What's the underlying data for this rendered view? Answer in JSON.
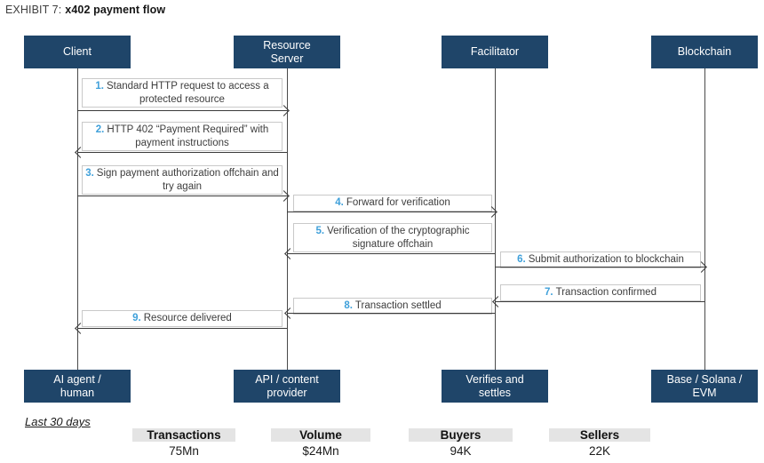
{
  "title": {
    "prefix": "EXHIBIT 7:",
    "name": "x402 payment flow"
  },
  "actors": {
    "top": [
      {
        "label": "Client"
      },
      {
        "label": "Resource\nServer"
      },
      {
        "label": "Facilitator"
      },
      {
        "label": "Blockchain"
      }
    ],
    "bottom": [
      {
        "label": "AI agent /\nhuman"
      },
      {
        "label": "API / content\nprovider"
      },
      {
        "label": "Verifies and\nsettles"
      },
      {
        "label": "Base / Solana /\nEVM"
      }
    ]
  },
  "messages": [
    {
      "num": "1.",
      "text": "Standard HTTP request to access a protected resource",
      "from": "Client",
      "to": "Resource Server"
    },
    {
      "num": "2.",
      "text": "HTTP 402 “Payment Required” with payment instructions",
      "from": "Resource Server",
      "to": "Client"
    },
    {
      "num": "3.",
      "text": "Sign payment authorization offchain and try again",
      "from": "Client",
      "to": "Resource Server"
    },
    {
      "num": "4.",
      "text": "Forward for verification",
      "from": "Resource Server",
      "to": "Facilitator"
    },
    {
      "num": "5.",
      "text": "Verification of the cryptographic signature offchain",
      "from": "Facilitator",
      "to": "Resource Server"
    },
    {
      "num": "6.",
      "text": "Submit authorization to blockchain",
      "from": "Facilitator",
      "to": "Blockchain"
    },
    {
      "num": "7.",
      "text": "Transaction confirmed",
      "from": "Blockchain",
      "to": "Facilitator"
    },
    {
      "num": "8.",
      "text": "Transaction settled",
      "from": "Facilitator",
      "to": "Resource Server"
    },
    {
      "num": "9.",
      "text": "Resource delivered",
      "from": "Resource Server",
      "to": "Client"
    }
  ],
  "footer": {
    "period_label": "Last 30 days",
    "stats": [
      {
        "label": "Transactions",
        "value": "75Mn"
      },
      {
        "label": "Volume",
        "value": "$24Mn"
      },
      {
        "label": "Buyers",
        "value": "94K"
      },
      {
        "label": "Sellers",
        "value": "22K"
      }
    ]
  },
  "colors": {
    "actor_box": "#1f4569",
    "step_number": "#3fa0da",
    "arrow": "#3a3a3a",
    "label_border": "#c9c9c9",
    "stat_label_bg": "#e4e4e4"
  }
}
